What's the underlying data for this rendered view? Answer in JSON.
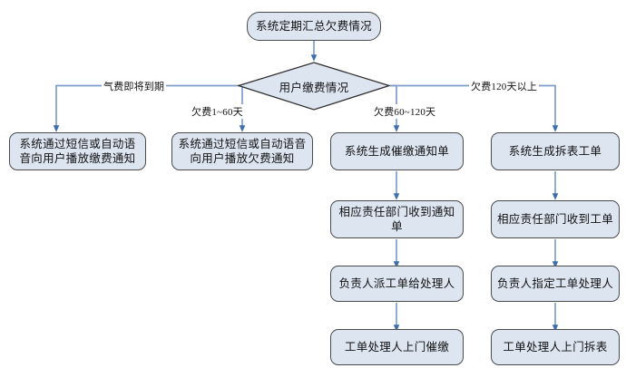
{
  "diagram": {
    "title_node": {
      "label": "系统定期汇总欠费情况"
    },
    "decision": {
      "label": "用户缴费情况"
    },
    "edge_labels": {
      "branch1": "气费即将到期",
      "branch2": "欠费1~60天",
      "branch3": "欠费60~120天",
      "branch4": "欠费120天以上"
    },
    "columns": [
      {
        "name": "column-1",
        "nodes": [
          {
            "label": "系统通过短信或自动语音向用户播放缴费通知"
          }
        ]
      },
      {
        "name": "column-2",
        "nodes": [
          {
            "label": "系统通过短信或自动语音向用户播放欠费通知"
          }
        ]
      },
      {
        "name": "column-3",
        "nodes": [
          {
            "label": "系统生成催缴通知单"
          },
          {
            "label": "相应责任部门收到通知单"
          },
          {
            "label": "负责人派工单给处理人"
          },
          {
            "label": "工单处理人上门催缴"
          }
        ]
      },
      {
        "name": "column-4",
        "nodes": [
          {
            "label": "系统生成拆表工单"
          },
          {
            "label": "相应责任部门收到工单"
          },
          {
            "label": "负责人指定工单处理人"
          },
          {
            "label": "工单处理人上门拆表"
          }
        ]
      }
    ],
    "colors": {
      "node_fill": "#dde5f1",
      "node_border": "#4b4b4b",
      "connector": "#7d9fc9",
      "arrowhead": "#3f6fa8",
      "background": "#ffffff"
    }
  }
}
